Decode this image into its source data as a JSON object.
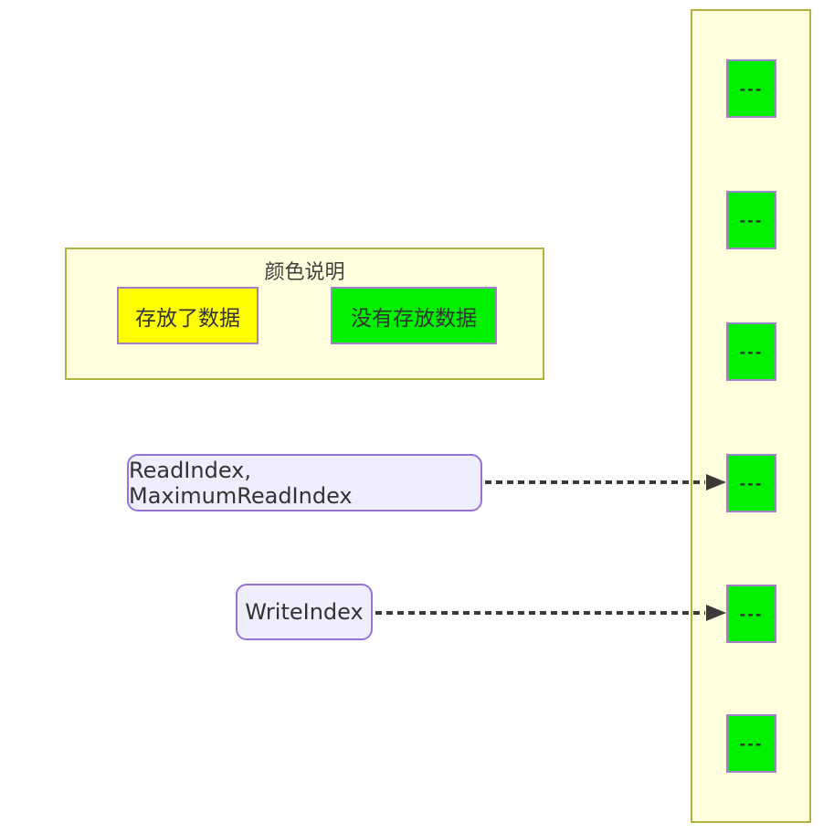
{
  "legend": {
    "title": "颜色说明",
    "items": [
      {
        "label": "存放了数据",
        "swatch_color": "#FFFF00"
      },
      {
        "label": "没有存放数据",
        "swatch_color": "#00F000"
      }
    ]
  },
  "pointers": [
    {
      "label": "ReadIndex, MaximumReadIndex",
      "target_cell_index": 3
    },
    {
      "label": "WriteIndex",
      "target_cell_index": 4
    }
  ],
  "buffer": {
    "cells": [
      {
        "label": "---"
      },
      {
        "label": "---"
      },
      {
        "label": "---"
      },
      {
        "label": "---"
      },
      {
        "label": "---"
      },
      {
        "label": "---"
      }
    ]
  },
  "colors": {
    "container_bg": "#FFFFDE",
    "container_border": "#B2B23E",
    "cell_fill": "#00F000",
    "cell_border": "#A381C9",
    "legend_yellow": "#FFFF00",
    "pointer_bg": "#EEEEFF",
    "pointer_border": "#9673D9",
    "arrow": "#3A3A3A"
  }
}
